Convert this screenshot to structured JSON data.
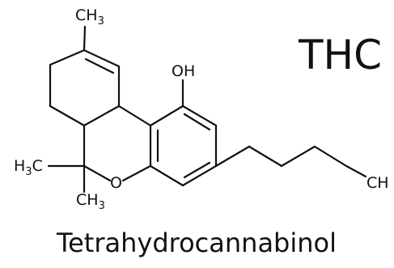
{
  "title": "THC",
  "caption": "Tetrahydrocannabinol",
  "atoms": {
    "ch3_top": {
      "main": "CH",
      "sub": "3"
    },
    "oh": "OH",
    "o_ring": "O",
    "h3c_left": {
      "pre": "H",
      "sub": "3",
      "post": "C"
    },
    "ch3_bottom": {
      "main": "CH",
      "sub": "3"
    },
    "ch_chain": "CH"
  }
}
